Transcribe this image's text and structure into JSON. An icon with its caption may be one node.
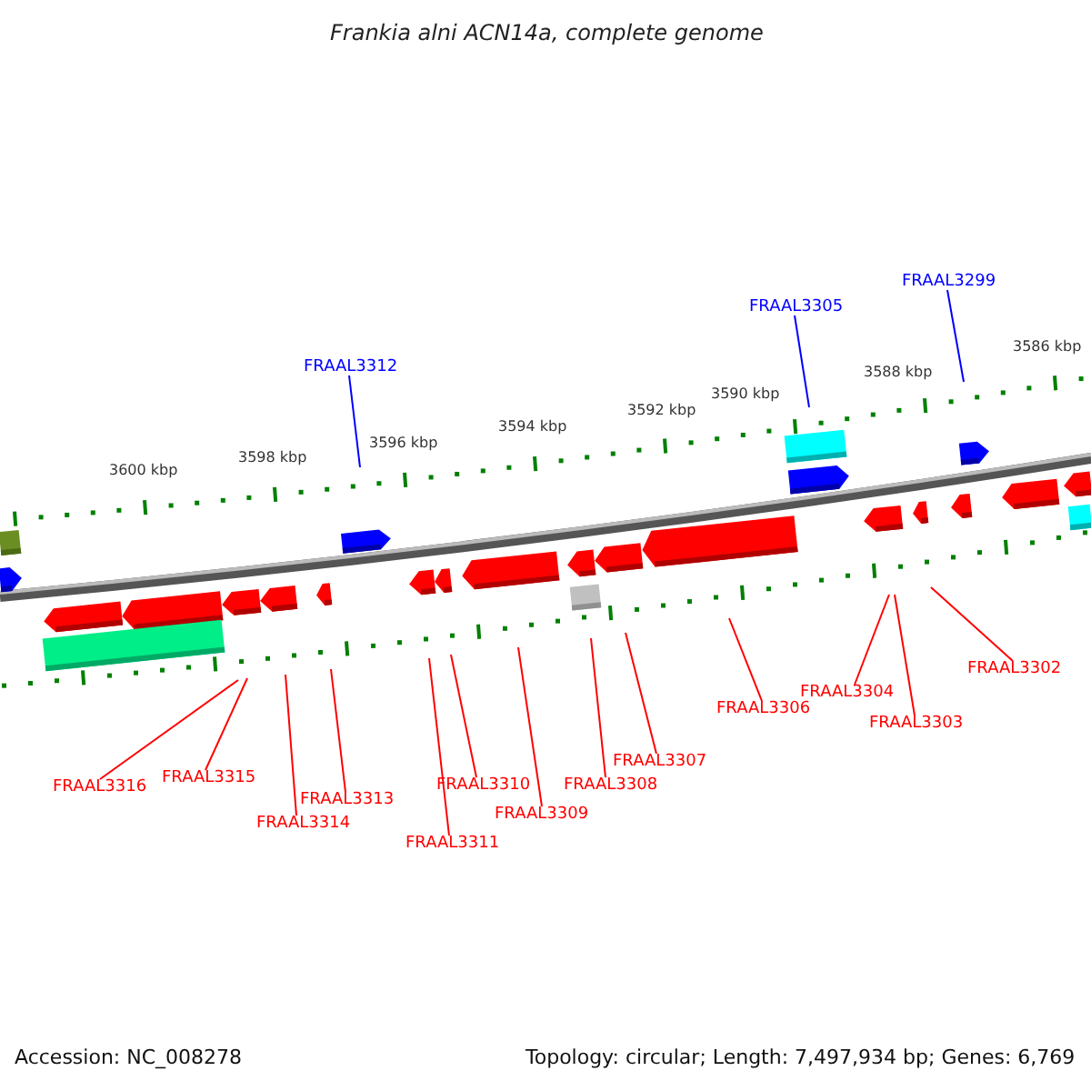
{
  "diagram": {
    "title": "Frankia alni ACN14a, complete genome",
    "nodes": [
      {
        "text": [
          "FRAAL3312"
        ]
      },
      {
        "text": [
          "FRAAL3305"
        ]
      },
      {
        "text": [
          "FRAAL3299"
        ]
      },
      {
        "text": [
          "FRAAL3316"
        ]
      },
      {
        "text": [
          "FRAAL3315"
        ]
      },
      {
        "text": [
          "FRAAL3314"
        ]
      },
      {
        "text": [
          "FRAAL3313"
        ]
      },
      {
        "text": [
          "FRAAL3311"
        ]
      },
      {
        "text": [
          "FRAAL3310"
        ]
      },
      {
        "text": [
          "FRAAL3309"
        ]
      },
      {
        "text": [
          "FRAAL3308"
        ]
      },
      {
        "text": [
          "FRAAL3307"
        ]
      },
      {
        "text": [
          "FRAAL3306"
        ]
      },
      {
        "text": [
          "FRAAL3304"
        ]
      },
      {
        "text": [
          "FRAAL3303"
        ]
      },
      {
        "text": [
          "FRAAL3302"
        ]
      }
    ],
    "edges": [
      {
        "from": 0,
        "to": null,
        "arrow": "none",
        "color": "#0000ff"
      },
      {
        "from": 1,
        "to": null,
        "arrow": "none",
        "color": "#0000ff"
      },
      {
        "from": 2,
        "to": null,
        "arrow": "none",
        "color": "#0000ff"
      },
      {
        "from": 3,
        "to": null,
        "arrow": "none"
      },
      {
        "from": 4,
        "to": null,
        "arrow": "none"
      },
      {
        "from": 5,
        "to": null,
        "arrow": "none"
      },
      {
        "from": 6,
        "to": null,
        "arrow": "none"
      },
      {
        "from": 7,
        "to": null,
        "arrow": "none"
      },
      {
        "from": 8,
        "to": null,
        "arrow": "none"
      },
      {
        "from": 9,
        "to": null,
        "arrow": "none"
      },
      {
        "from": 10,
        "to": null,
        "arrow": "none"
      },
      {
        "from": 11,
        "to": null,
        "arrow": "none"
      },
      {
        "from": 12,
        "to": null,
        "arrow": "none"
      },
      {
        "from": 13,
        "to": null,
        "arrow": "none"
      },
      {
        "from": 14,
        "to": null,
        "arrow": "none"
      },
      {
        "from": 15,
        "to": null,
        "arrow": "none"
      }
    ],
    "labels": [
      "3600 kbp",
      "3598 kbp",
      "3596 kbp",
      "3594 kbp",
      "3592 kbp",
      "3590 kbp",
      "3588 kbp",
      "3586 kbp",
      "Accession: NC_008278",
      "Topology: circular; Length: 7,497,934 bp; Genes: 6,769"
    ]
  }
}
